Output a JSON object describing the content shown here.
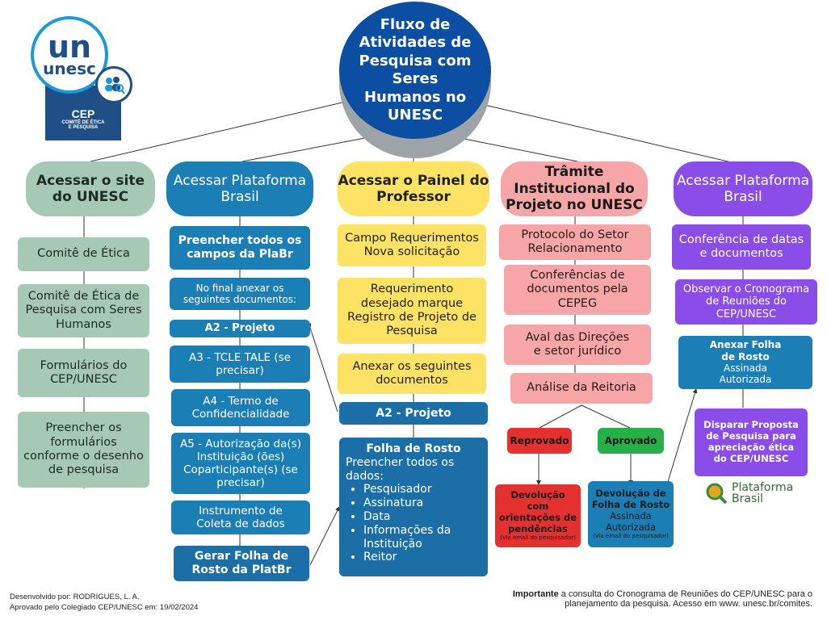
{
  "title": "Fluxo de Atividades de Pesquisa com Seres Humanos no UNESC",
  "logo": {
    "mark": "un",
    "brand": "unesc",
    "cep": "CEP",
    "cep_full_1": "COMITÊ DE ÉTICA",
    "cep_full_2": "E PESQUISA",
    "accent": "#1b9ad6"
  },
  "col1": {
    "header": "Acessar o site do UNESC",
    "items": [
      "Comitê de Ética",
      "Comitê de Ética de Pesquisa com Seres Humanos",
      "Formulários do CEP/UNESC",
      "Preencher os formulários conforme o desenho de pesquisa"
    ]
  },
  "col2": {
    "header": "Acessar Plataforma Brasil",
    "fill": "Preencher todos os campos da PlaBr",
    "note": "No final anexar os seguintes documentos:",
    "a2": "A2 - Projeto",
    "a3": "A3 - TCLE TALE (se precisar)",
    "a4": "A4 - Termo de Confidencialidade",
    "a5": "A5 - Autorização da(s) Instituição (ões) Coparticipante(s) (se precisar)",
    "instr": "Instrumento de Coleta de dados",
    "gerar": "Gerar Folha de Rosto da PlatBr"
  },
  "col3": {
    "header": "Acessar o Painel do Professor",
    "campo": "Campo Requerimentos Nova solicitação",
    "req": "Requerimento desejado marque Registro de Projeto de Pesquisa",
    "anexar": "Anexar os seguintes documentos",
    "a2": "A2 - Projeto",
    "folha_title": "Folha de Rosto",
    "folha_sub": "Preencher todos os dados:",
    "folha_items": [
      "Pesquisador",
      "Assinatura",
      "Data",
      "Informações da Instituição",
      "Reitor"
    ]
  },
  "col4": {
    "header": "Trâmite Institucional do Projeto no UNESC",
    "protocolo": "Protocolo do Setor Relacionamento",
    "conferencias": "Conferências de documentos pela CEPEG",
    "aval": "Aval das Direções e setor jurídico",
    "analise": "Análise da Reitoria",
    "reprovado": "Reprovado",
    "aprovado": "Aprovado",
    "dev_rep_title": "Devolução com orientações de pendências",
    "dev_rep_note": "(Via email do pesquisador)",
    "dev_apr_title": "Devolução de Folha de Rosto",
    "dev_apr_sub": "Assinada Autorizada",
    "dev_apr_note": "(Via email do pesquisador)"
  },
  "col5": {
    "header": "Acessar Plataforma Brasil",
    "conf": "Conferência de datas e documentos",
    "obs": "Observar o Cronograma de Reuniões do CEP/UNESC",
    "anexar_title": "Anexar Folha de Rosto",
    "anexar_sub": "Assinada Autorizada",
    "disparar": "Disparar Proposta de Pesquisa para apreciação ética do CEP/UNESC"
  },
  "plataforma": {
    "line1": "Plataforma",
    "line2": "Brasil"
  },
  "footer": {
    "dev": "Desenvolvido por: RODRIGUES, L. A.",
    "aprov": "Aprovado pelo Colegiado CEP/UNESC em: 19/02/2024",
    "imp_bold": "Importante",
    "imp_text": " a consulta do Cronograma de Reuniões do CEP/UNESC para o",
    "imp_text2": "planejamento da pesquisa. Acesso em www. unesc.br/comites."
  },
  "colors": {
    "green": "#a6c9b6",
    "blue": "#1b7fb6",
    "yellow": "#fde264",
    "pink": "#f6a6a6",
    "purple": "#8a4de8",
    "red": "#e53030",
    "ok": "#27b04a"
  }
}
